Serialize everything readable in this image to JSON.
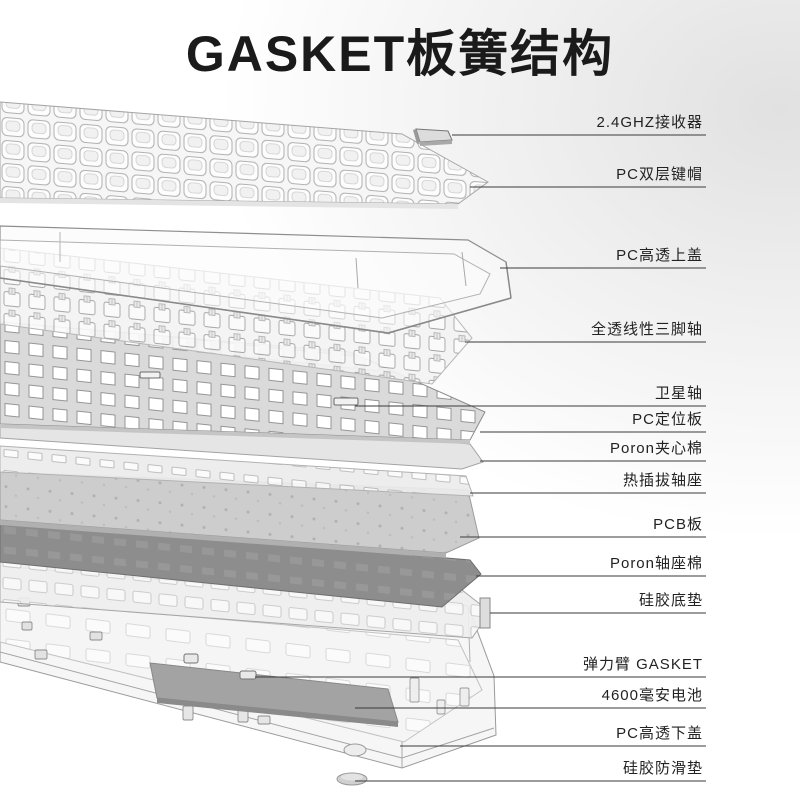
{
  "title": "GASKET板簧结构",
  "callouts": [
    "2.4GHZ接收器",
    "PC双层键帽",
    "PC高透上盖",
    "全透线性三脚轴",
    "卫星轴",
    "PC定位板",
    "Poron夹心棉",
    "热插拔轴座",
    "PCB板",
    "Poron轴座棉",
    "硅胶底垫",
    "弹力臂 GASKET",
    "4600毫安电池",
    "PC高透下盖",
    "硅胶防滑垫"
  ],
  "colors": {
    "title": "#1a1a1a",
    "text": "#222222",
    "leader": "#3a3a3a"
  }
}
